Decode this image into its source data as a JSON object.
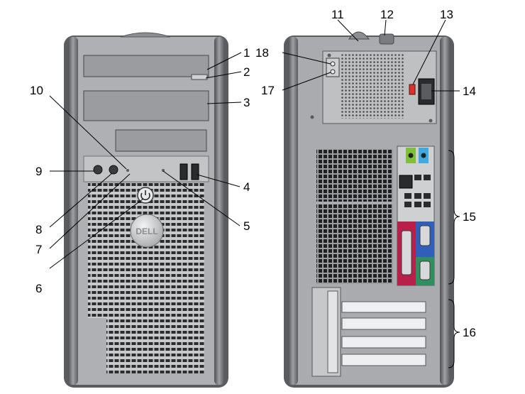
{
  "figure": {
    "front_panel": {
      "brand_logo_text": "DELL"
    },
    "callouts": [
      "1",
      "2",
      "3",
      "4",
      "5",
      "6",
      "7",
      "8",
      "9",
      "10",
      "11",
      "12",
      "13",
      "14",
      "15",
      "16",
      "17",
      "18"
    ],
    "colors": {
      "case_body": "#aeb0b3",
      "case_dark": "#5a5c60",
      "case_light": "#e4e5e6",
      "vent_hole": "#2a2b2d",
      "leader_line": "#000000",
      "audio_green": "#7fbf3a",
      "audio_blue": "#3fa9e0",
      "audio_pink": "#e07aa0",
      "parallel_port_bg": "#b8204a",
      "vga_port_bg": "#2f5fb8",
      "serial_port_bg": "#2f8f5f",
      "voltage_switch_red": "#d8322a"
    }
  }
}
